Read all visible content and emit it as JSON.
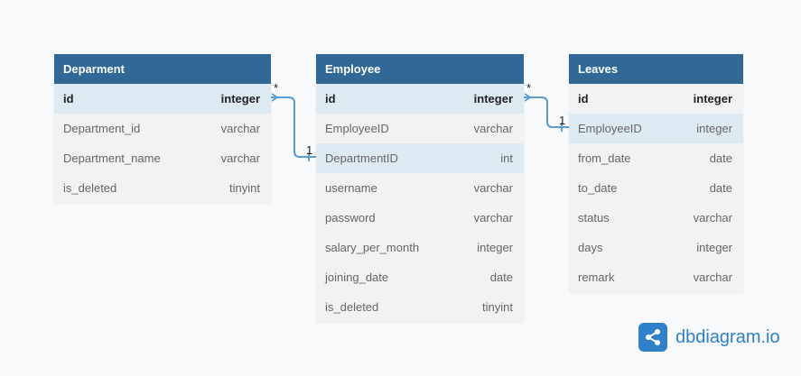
{
  "tables": {
    "department": {
      "title": "Deparment",
      "rows": [
        {
          "name": "id",
          "type": "integer"
        },
        {
          "name": "Department_id",
          "type": "varchar"
        },
        {
          "name": "Department_name",
          "type": "varchar"
        },
        {
          "name": "is_deleted",
          "type": "tinyint"
        }
      ]
    },
    "employee": {
      "title": "Employee",
      "rows": [
        {
          "name": "id",
          "type": "integer"
        },
        {
          "name": "EmployeeID",
          "type": "varchar"
        },
        {
          "name": "DepartmentID",
          "type": "int"
        },
        {
          "name": "username",
          "type": "varchar"
        },
        {
          "name": "password",
          "type": "varchar"
        },
        {
          "name": "salary_per_month",
          "type": "integer"
        },
        {
          "name": "joining_date",
          "type": "date"
        },
        {
          "name": "is_deleted",
          "type": "tinyint"
        }
      ]
    },
    "leaves": {
      "title": "Leaves",
      "rows": [
        {
          "name": "id",
          "type": "integer"
        },
        {
          "name": "EmployeeID",
          "type": "integer"
        },
        {
          "name": "from_date",
          "type": "date"
        },
        {
          "name": "to_date",
          "type": "date"
        },
        {
          "name": "status",
          "type": "varchar"
        },
        {
          "name": "days",
          "type": "integer"
        },
        {
          "name": "remark",
          "type": "varchar"
        }
      ]
    }
  },
  "relations": [
    {
      "from_card": "*",
      "to_card": "1"
    },
    {
      "from_card": "*",
      "to_card": "1"
    }
  ],
  "brand": {
    "name": "dbdiagram.io",
    "icon": "share-nodes-icon",
    "color": "#2f80c9"
  },
  "colors": {
    "header": "#316896",
    "row_highlight": "#deeaf2",
    "connector": "#5b9bd0"
  }
}
